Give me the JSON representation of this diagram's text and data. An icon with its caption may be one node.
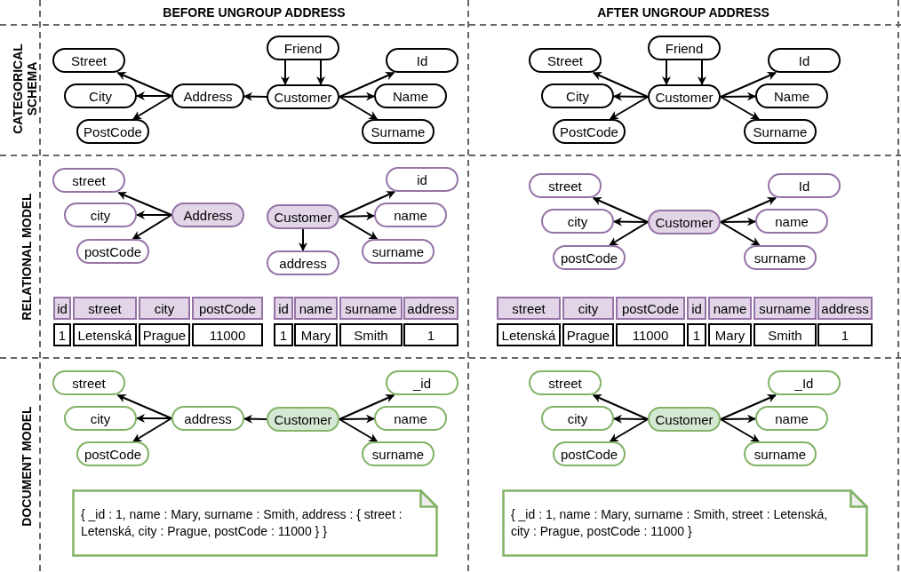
{
  "diagram": {
    "nodes": [
      {
        "text": [
          "Street"
        ]
      },
      {
        "text": [
          "City"
        ]
      },
      {
        "text": [
          "PostCode"
        ]
      },
      {
        "text": [
          "Address"
        ]
      },
      {
        "text": [
          "Friend"
        ]
      },
      {
        "text": [
          "Customer"
        ]
      },
      {
        "text": [
          "Id"
        ]
      },
      {
        "text": [
          "Name"
        ]
      },
      {
        "text": [
          "Surname"
        ]
      },
      {
        "text": [
          "Street"
        ]
      },
      {
        "text": [
          "City"
        ]
      },
      {
        "text": [
          "PostCode"
        ]
      },
      {
        "text": [
          "Friend"
        ]
      },
      {
        "text": [
          "Customer"
        ]
      },
      {
        "text": [
          "Id"
        ]
      },
      {
        "text": [
          "Name"
        ]
      },
      {
        "text": [
          "Surname"
        ]
      },
      {
        "text": [
          "street"
        ]
      },
      {
        "text": [
          "city"
        ]
      },
      {
        "text": [
          "postCode"
        ]
      },
      {
        "text": [
          "Address"
        ]
      },
      {
        "text": [
          "Customer"
        ]
      },
      {
        "text": [
          "id"
        ]
      },
      {
        "text": [
          "name"
        ]
      },
      {
        "text": [
          "surname"
        ]
      },
      {
        "text": [
          "address"
        ]
      },
      {
        "text": [
          "street"
        ]
      },
      {
        "text": [
          "city"
        ]
      },
      {
        "text": [
          "postCode"
        ]
      },
      {
        "text": [
          "Customer"
        ]
      },
      {
        "text": [
          "Id"
        ]
      },
      {
        "text": [
          "name"
        ]
      },
      {
        "text": [
          "surname"
        ]
      },
      {
        "text": [
          "street"
        ]
      },
      {
        "text": [
          "city"
        ]
      },
      {
        "text": [
          "postCode"
        ]
      },
      {
        "text": [
          "address"
        ]
      },
      {
        "text": [
          "Customer"
        ]
      },
      {
        "text": [
          "_id"
        ]
      },
      {
        "text": [
          "name"
        ]
      },
      {
        "text": [
          "surname"
        ]
      },
      {
        "text": [
          "{ _id : 1, name : Mary, surname : Smith, address : { street : Letenská, city : Prague, postCode : 11000 } }"
        ]
      },
      {
        "text": [
          "street"
        ]
      },
      {
        "text": [
          "city"
        ]
      },
      {
        "text": [
          "postCode"
        ]
      },
      {
        "text": [
          "Customer"
        ]
      },
      {
        "text": [
          "_Id"
        ]
      },
      {
        "text": [
          "name"
        ]
      },
      {
        "text": [
          "surname"
        ]
      },
      {
        "text": [
          "{ _id : 1, name : Mary, surname : Smith, street : Letenská, city : Prague, postCode : 11000 }"
        ]
      }
    ],
    "edges": [
      {
        "from": 3,
        "to": 0,
        "arrow": "to"
      },
      {
        "from": 3,
        "to": 1,
        "arrow": "to"
      },
      {
        "from": 3,
        "to": 2,
        "arrow": "to"
      },
      {
        "from": 5,
        "to": 3,
        "arrow": "to"
      },
      {
        "from": 4,
        "to": 5,
        "arrow": "to"
      },
      {
        "from": 4,
        "to": 5,
        "arrow": "to"
      },
      {
        "from": 5,
        "to": 6,
        "arrow": "to"
      },
      {
        "from": 5,
        "to": 7,
        "arrow": "to"
      },
      {
        "from": 5,
        "to": 8,
        "arrow": "to"
      },
      {
        "from": 13,
        "to": 9,
        "arrow": "to"
      },
      {
        "from": 13,
        "to": 10,
        "arrow": "to"
      },
      {
        "from": 13,
        "to": 11,
        "arrow": "to"
      },
      {
        "from": 12,
        "to": 13,
        "arrow": "to"
      },
      {
        "from": 12,
        "to": 13,
        "arrow": "to"
      },
      {
        "from": 13,
        "to": 14,
        "arrow": "to"
      },
      {
        "from": 13,
        "to": 15,
        "arrow": "to"
      },
      {
        "from": 13,
        "to": 16,
        "arrow": "to"
      },
      {
        "from": 20,
        "to": 17,
        "arrow": "to"
      },
      {
        "from": 20,
        "to": 18,
        "arrow": "to"
      },
      {
        "from": 20,
        "to": 19,
        "arrow": "to"
      },
      {
        "from": 21,
        "to": 22,
        "arrow": "to"
      },
      {
        "from": 21,
        "to": 23,
        "arrow": "to"
      },
      {
        "from": 21,
        "to": 24,
        "arrow": "to"
      },
      {
        "from": 21,
        "to": 25,
        "arrow": "to"
      },
      {
        "from": 29,
        "to": 26,
        "arrow": "to"
      },
      {
        "from": 29,
        "to": 27,
        "arrow": "to"
      },
      {
        "from": 29,
        "to": 28,
        "arrow": "to"
      },
      {
        "from": 29,
        "to": 30,
        "arrow": "to"
      },
      {
        "from": 29,
        "to": 31,
        "arrow": "to"
      },
      {
        "from": 29,
        "to": 32,
        "arrow": "to"
      },
      {
        "from": 36,
        "to": 33,
        "arrow": "to"
      },
      {
        "from": 36,
        "to": 34,
        "arrow": "to"
      },
      {
        "from": 36,
        "to": 35,
        "arrow": "to"
      },
      {
        "from": 37,
        "to": 36,
        "arrow": "to"
      },
      {
        "from": 37,
        "to": 38,
        "arrow": "to"
      },
      {
        "from": 37,
        "to": 39,
        "arrow": "to"
      },
      {
        "from": 37,
        "to": 40,
        "arrow": "to"
      },
      {
        "from": 45,
        "to": 42,
        "arrow": "to"
      },
      {
        "from": 45,
        "to": 43,
        "arrow": "to"
      },
      {
        "from": 45,
        "to": 44,
        "arrow": "to"
      },
      {
        "from": 45,
        "to": 46,
        "arrow": "to"
      },
      {
        "from": 45,
        "to": 47,
        "arrow": "to"
      },
      {
        "from": 45,
        "to": 48,
        "arrow": "to"
      }
    ],
    "labels": [
      "BEFORE UNGROUP ADDRESS",
      "AFTER UNGROUP ADDRESS",
      "CATEGORICAL SCHEMA",
      "RELATIONAL MODEL",
      "DOCUMENT MODEL",
      "id",
      "street",
      "city",
      "postCode",
      "1",
      "Letenská",
      "Prague",
      "11000",
      "id",
      "name",
      "surname",
      "address",
      "1",
      "Mary",
      "Smith",
      "1",
      "street",
      "city",
      "postCode",
      "id",
      "name",
      "surname",
      "address",
      "Letenská",
      "Prague",
      "11000",
      "1",
      "Mary",
      "Smith",
      "1"
    ]
  }
}
